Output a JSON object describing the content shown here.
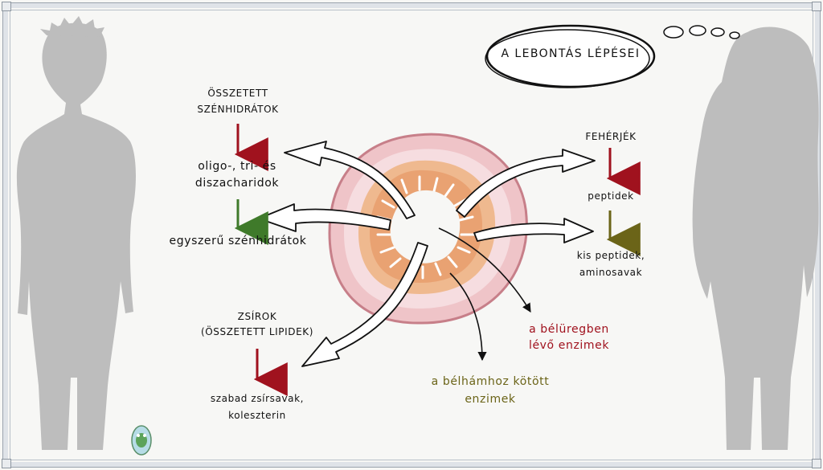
{
  "title": "A LEBONTÁS LÉPÉSEI",
  "colors": {
    "arrow_red": "#a0121e",
    "arrow_green": "#3f7a2a",
    "arrow_olive": "#6b6418",
    "silhouette": "#bdbdbd",
    "intestine_outer": "#efc4c8",
    "intestine_mucosa": "#e9a272"
  },
  "carbs": {
    "step1_line1": "ÖSSZETETT",
    "step1_line2": "SZÉNHIDRÁTOK",
    "step2_line1": "oligo-, tri- és",
    "step2_line2": "diszacharidok",
    "step3": "egyszerű szénhidrátok"
  },
  "proteins": {
    "step1": "FEHÉRJÉK",
    "step2": "peptidek",
    "step3_line1": "kis peptidek,",
    "step3_line2": "aminosavak"
  },
  "fats": {
    "step1_line1": "ZSÍROK",
    "step1_line2": "(ÖSSZETETT LIPIDEK)",
    "step2_line1": "szabad zsírsavak,",
    "step2_line2": "koleszterin"
  },
  "enzymes": {
    "lumen_line1": "a bélüregben",
    "lumen_line2": "lévő enzimek",
    "membrane_line1": "a bélhámhoz kötött",
    "membrane_line2": "enzimek"
  }
}
